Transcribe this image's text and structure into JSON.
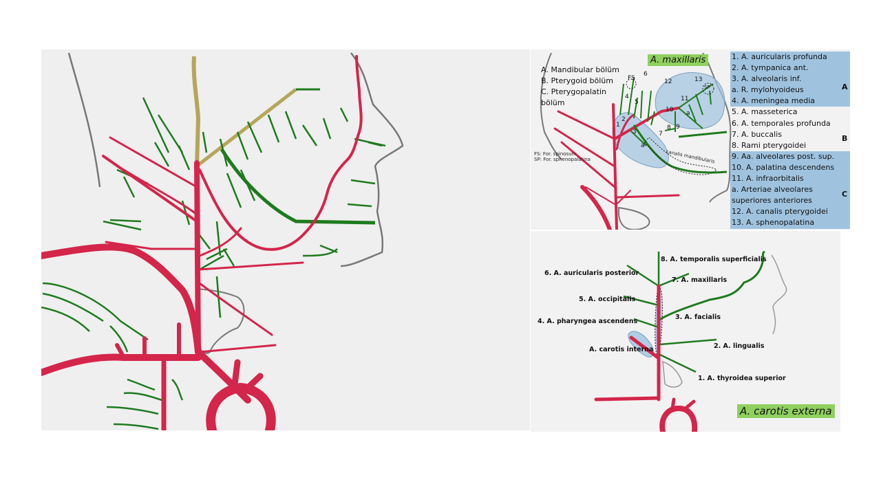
{
  "maxillaris": {
    "title": "A. maxillaris",
    "segments": [
      "A. Mandibular bölüm",
      "B. Pterygoid bölüm",
      "C. Pterygopalatin",
      "bölüm"
    ],
    "notes": [
      "FS: For. spinosum",
      "SP: For. sphenopalatina"
    ],
    "canal_label": "canalis mandibularis",
    "diagram_labels": [
      "FS",
      "SP",
      "6",
      "12",
      "13",
      "4",
      "5",
      "11",
      "10",
      "1",
      "2",
      "3",
      "7",
      "8",
      "9",
      "a",
      "a"
    ],
    "list": [
      "1. A. auricularis profunda",
      "2. A. tympanica ant.",
      "3. A. alveolaris inf.",
      "a. R. mylohyoideus",
      "4. A. meningea media",
      "5. A. masseterica",
      "6. A. temporales profunda",
      "7. A. buccalis",
      "8. Rami pterygoidei",
      "9. Aa. alveolares post. sup.",
      "10. A. palatina descendens",
      "11. A. infraorbitalis",
      "a. Arteriae alveolares",
      "superiores anteriores",
      "12. A. canalis pterygoidei",
      "13. A. sphenopalatina"
    ],
    "groups": [
      "A",
      "B",
      "C"
    ]
  },
  "carotis": {
    "title": "A. carotis externa",
    "branches": [
      "8. A. temporalis superficialis",
      "6. A. auricularis posterior",
      "7. A. maxillaris",
      "5. A. occipitalis",
      "4. A. pharyngea ascendens",
      "3. A. facialis",
      "A. carotis interna",
      "2. A. lingualis",
      "1. A. thyroidea superior"
    ]
  },
  "colors": {
    "artery": "#d4254a",
    "branch": "#1e7a1e",
    "temporal": "#b5a65a",
    "outline": "#8a8a8a",
    "highlight": "#9fc3df",
    "title_bg": "#8fd05f"
  }
}
